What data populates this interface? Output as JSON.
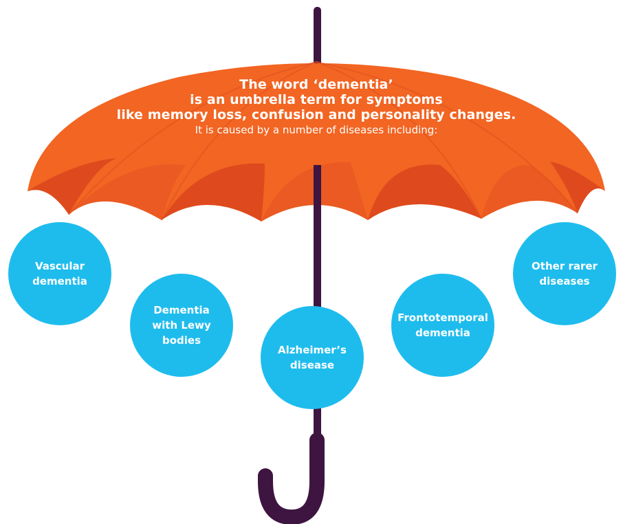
{
  "intro": {
    "line1": "The word ‘dementia’",
    "line2": "is an umbrella term for symptoms",
    "line3": "like memory loss, confusion and personality changes.",
    "line4": "It is caused by a number of diseases including:"
  },
  "diseases": [
    {
      "label": "Vascular\ndementia"
    },
    {
      "label": "Dementia\nwith Lewy\nbodies"
    },
    {
      "label": "Alzheimer’s\ndisease"
    },
    {
      "label": "Frontotemporal\ndementia"
    },
    {
      "label": "Other rarer\ndiseases"
    }
  ],
  "colors": {
    "canopy": "#f26522",
    "canopy_dark": "#de4a1d",
    "handle": "#3d1540",
    "circle": "#1ebced",
    "text": "#ffffff"
  }
}
